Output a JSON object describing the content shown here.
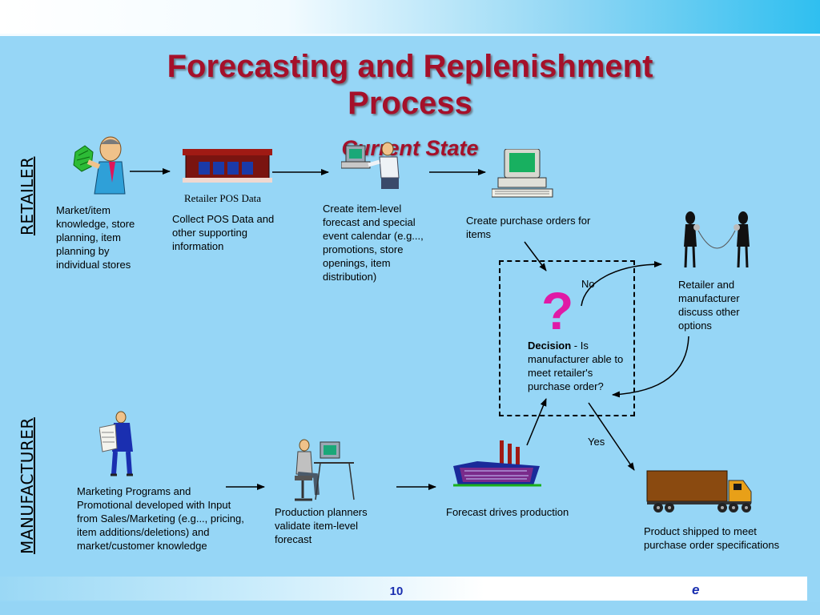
{
  "title": {
    "line1": "Forecasting and Replenishment",
    "line2": "Process",
    "subtitle": "Current State"
  },
  "lanes": {
    "retailer": "RETAILER",
    "manufacturer": "MANUFACTURER"
  },
  "retailer": {
    "step1": "Market/item knowledge, store planning, item planning by individual stores",
    "store_caption": "Retailer POS Data",
    "step2": "Collect POS Data and other supporting information",
    "step3": "Create item-level forecast and special event calendar (e.g..., promotions, store openings, item distribution)",
    "step4": "Create purchase orders for items",
    "discuss": "Retailer and manufacturer discuss other options"
  },
  "decision": {
    "label": "Decision",
    "text": " - Is manufacturer able to meet retailer's purchase order?",
    "symbol": "?",
    "no_label": "No",
    "yes_label": "Yes"
  },
  "manufacturer": {
    "step1": "Marketing Programs and Promotional developed with Input from Sales/Marketing (e.g..., pricing, item additions/deletions) and market/customer knowledge",
    "step2": "Production planners validate item-level forecast",
    "step3": "Forecast drives production",
    "step4": "Product shipped to meet purchase order specifications"
  },
  "footer": {
    "page_number": "10",
    "logo": "e"
  },
  "colors": {
    "background": "#96d6f6",
    "title": "#a5102a",
    "question_mark": "#e01aa6",
    "footer_text": "#1a2fb0"
  }
}
